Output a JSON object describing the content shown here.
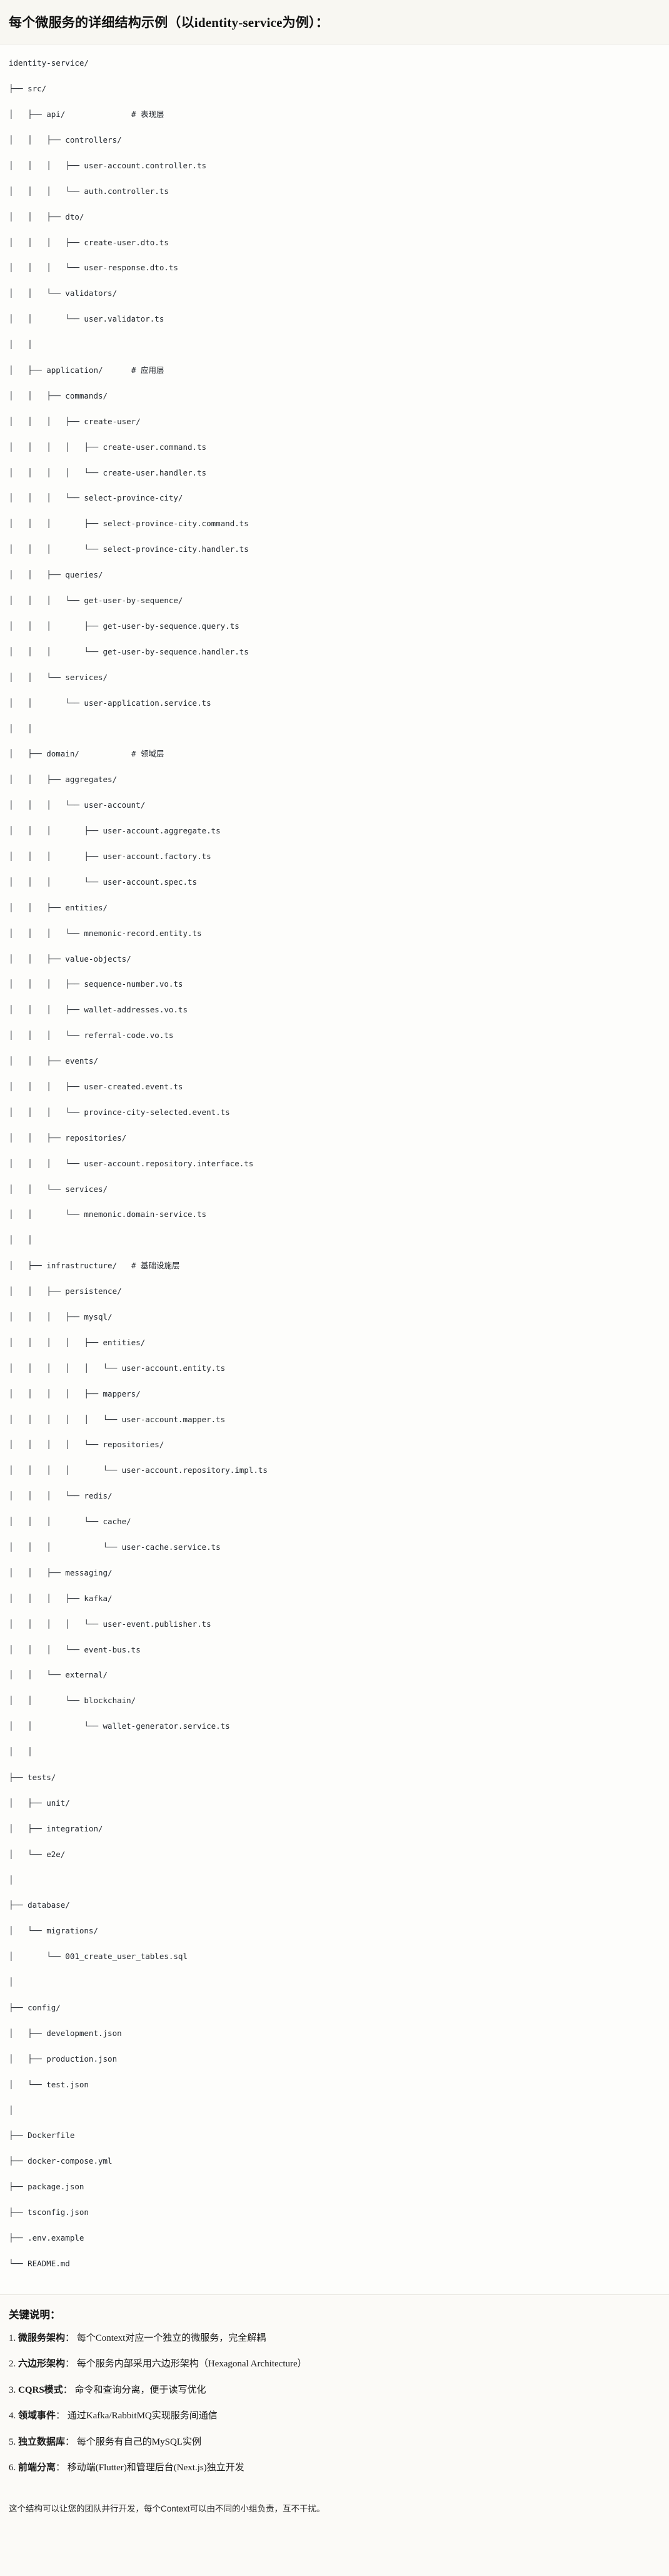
{
  "header": {
    "title": "每个微服务的详细结构示例（以identity-service为例）："
  },
  "tree": {
    "root": "identity-service/",
    "lines": [
      {
        "text": "identity-service/",
        "comment": ""
      },
      {
        "text": "├── src/",
        "comment": ""
      },
      {
        "text": "│   ├── api/",
        "comment": "# 表现层"
      },
      {
        "text": "│   │   ├── controllers/",
        "comment": ""
      },
      {
        "text": "│   │   │   ├── user-account.controller.ts",
        "comment": ""
      },
      {
        "text": "│   │   │   └── auth.controller.ts",
        "comment": ""
      },
      {
        "text": "│   │   ├── dto/",
        "comment": ""
      },
      {
        "text": "│   │   │   ├── create-user.dto.ts",
        "comment": ""
      },
      {
        "text": "│   │   │   └── user-response.dto.ts",
        "comment": ""
      },
      {
        "text": "│   │   └── validators/",
        "comment": ""
      },
      {
        "text": "│   │       └── user.validator.ts",
        "comment": ""
      },
      {
        "text": "│   │",
        "comment": ""
      },
      {
        "text": "│   ├── application/",
        "comment": "# 应用层"
      },
      {
        "text": "│   │   ├── commands/",
        "comment": ""
      },
      {
        "text": "│   │   │   ├── create-user/",
        "comment": ""
      },
      {
        "text": "│   │   │   │   ├── create-user.command.ts",
        "comment": ""
      },
      {
        "text": "│   │   │   │   └── create-user.handler.ts",
        "comment": ""
      },
      {
        "text": "│   │   │   └── select-province-city/",
        "comment": ""
      },
      {
        "text": "│   │   │       ├── select-province-city.command.ts",
        "comment": ""
      },
      {
        "text": "│   │   │       └── select-province-city.handler.ts",
        "comment": ""
      },
      {
        "text": "│   │   ├── queries/",
        "comment": ""
      },
      {
        "text": "│   │   │   └── get-user-by-sequence/",
        "comment": ""
      },
      {
        "text": "│   │   │       ├── get-user-by-sequence.query.ts",
        "comment": ""
      },
      {
        "text": "│   │   │       └── get-user-by-sequence.handler.ts",
        "comment": ""
      },
      {
        "text": "│   │   └── services/",
        "comment": ""
      },
      {
        "text": "│   │       └── user-application.service.ts",
        "comment": ""
      },
      {
        "text": "│   │",
        "comment": ""
      },
      {
        "text": "│   ├── domain/",
        "comment": "# 领域层"
      },
      {
        "text": "│   │   ├── aggregates/",
        "comment": ""
      },
      {
        "text": "│   │   │   └── user-account/",
        "comment": ""
      },
      {
        "text": "│   │   │       ├── user-account.aggregate.ts",
        "comment": ""
      },
      {
        "text": "│   │   │       ├── user-account.factory.ts",
        "comment": ""
      },
      {
        "text": "│   │   │       └── user-account.spec.ts",
        "comment": ""
      },
      {
        "text": "│   │   ├── entities/",
        "comment": ""
      },
      {
        "text": "│   │   │   └── mnemonic-record.entity.ts",
        "comment": ""
      },
      {
        "text": "│   │   ├── value-objects/",
        "comment": ""
      },
      {
        "text": "│   │   │   ├── sequence-number.vo.ts",
        "comment": ""
      },
      {
        "text": "│   │   │   ├── wallet-addresses.vo.ts",
        "comment": ""
      },
      {
        "text": "│   │   │   └── referral-code.vo.ts",
        "comment": ""
      },
      {
        "text": "│   │   ├── events/",
        "comment": ""
      },
      {
        "text": "│   │   │   ├── user-created.event.ts",
        "comment": ""
      },
      {
        "text": "│   │   │   └── province-city-selected.event.ts",
        "comment": ""
      },
      {
        "text": "│   │   ├── repositories/",
        "comment": ""
      },
      {
        "text": "│   │   │   └── user-account.repository.interface.ts",
        "comment": ""
      },
      {
        "text": "│   │   └── services/",
        "comment": ""
      },
      {
        "text": "│   │       └── mnemonic.domain-service.ts",
        "comment": ""
      },
      {
        "text": "│   │",
        "comment": ""
      },
      {
        "text": "│   ├── infrastructure/",
        "comment": "# 基础设施层"
      },
      {
        "text": "│   │   ├── persistence/",
        "comment": ""
      },
      {
        "text": "│   │   │   ├── mysql/",
        "comment": ""
      },
      {
        "text": "│   │   │   │   ├── entities/",
        "comment": ""
      },
      {
        "text": "│   │   │   │   │   └── user-account.entity.ts",
        "comment": ""
      },
      {
        "text": "│   │   │   │   ├── mappers/",
        "comment": ""
      },
      {
        "text": "│   │   │   │   │   └── user-account.mapper.ts",
        "comment": ""
      },
      {
        "text": "│   │   │   │   └── repositories/",
        "comment": ""
      },
      {
        "text": "│   │   │   │       └── user-account.repository.impl.ts",
        "comment": ""
      },
      {
        "text": "│   │   │   └── redis/",
        "comment": ""
      },
      {
        "text": "│   │   │       └── cache/",
        "comment": ""
      },
      {
        "text": "│   │   │           └── user-cache.service.ts",
        "comment": ""
      },
      {
        "text": "│   │   ├── messaging/",
        "comment": ""
      },
      {
        "text": "│   │   │   ├── kafka/",
        "comment": ""
      },
      {
        "text": "│   │   │   │   └── user-event.publisher.ts",
        "comment": ""
      },
      {
        "text": "│   │   │   └── event-bus.ts",
        "comment": ""
      },
      {
        "text": "│   │   └── external/",
        "comment": ""
      },
      {
        "text": "│   │       └── blockchain/",
        "comment": ""
      },
      {
        "text": "│   │           └── wallet-generator.service.ts",
        "comment": ""
      },
      {
        "text": "│   │",
        "comment": ""
      },
      {
        "text": "├── tests/",
        "comment": ""
      },
      {
        "text": "│   ├── unit/",
        "comment": ""
      },
      {
        "text": "│   ├── integration/",
        "comment": ""
      },
      {
        "text": "│   └── e2e/",
        "comment": ""
      },
      {
        "text": "│",
        "comment": ""
      },
      {
        "text": "├── database/",
        "comment": ""
      },
      {
        "text": "│   └── migrations/",
        "comment": ""
      },
      {
        "text": "│       └── 001_create_user_tables.sql",
        "comment": ""
      },
      {
        "text": "│",
        "comment": ""
      },
      {
        "text": "├── config/",
        "comment": ""
      },
      {
        "text": "│   ├── development.json",
        "comment": ""
      },
      {
        "text": "│   ├── production.json",
        "comment": ""
      },
      {
        "text": "│   └── test.json",
        "comment": ""
      },
      {
        "text": "│",
        "comment": ""
      },
      {
        "text": "├── Dockerfile",
        "comment": ""
      },
      {
        "text": "├── docker-compose.yml",
        "comment": ""
      },
      {
        "text": "├── package.json",
        "comment": ""
      },
      {
        "text": "├── tsconfig.json",
        "comment": ""
      },
      {
        "text": "├── .env.example",
        "comment": ""
      },
      {
        "text": "└── README.md",
        "comment": ""
      }
    ]
  },
  "notes": {
    "heading": "关键说明：",
    "items": [
      {
        "num": "1.",
        "key": "微服务架构",
        "sep": "：",
        "value": "每个Context对应一个独立的微服务，完全解耦"
      },
      {
        "num": "2.",
        "key": "六边形架构",
        "sep": "：",
        "value": "每个服务内部采用六边形架构（Hexagonal Architecture）"
      },
      {
        "num": "3.",
        "key": "CQRS模式",
        "sep": "：",
        "value": "命令和查询分离，便于读写优化"
      },
      {
        "num": "4.",
        "key": "领域事件",
        "sep": "：",
        "value": "通过Kafka/RabbitMQ实现服务间通信"
      },
      {
        "num": "5.",
        "key": "独立数据库",
        "sep": "：",
        "value": "每个服务有自己的MySQL实例"
      },
      {
        "num": "6.",
        "key": "前端分离",
        "sep": "：",
        "value": "移动端(Flutter)和管理后台(Next.js)独立开发"
      }
    ],
    "closing": "这个结构可以让您的团队并行开发，每个Context可以由不同的小组负责，互不干扰。"
  },
  "colors": {
    "page_bg": "#fbfaf7",
    "head_bg": "#f8f7f2",
    "code_bg": "#fdfdfb",
    "text": "#1a1a1a",
    "code_text": "#24292f",
    "divider": "#e3e1da"
  }
}
